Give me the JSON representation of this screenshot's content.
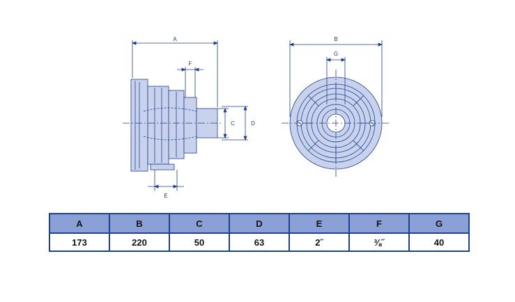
{
  "dimension_labels": {
    "A": "A",
    "B": "B",
    "C": "C",
    "D": "D",
    "E": "E",
    "F": "F",
    "G": "G"
  },
  "colors": {
    "line": "#1f3f8f",
    "fill": "#c9d2ec",
    "header_fill": "#8aa0d6"
  },
  "table": {
    "headers": [
      "A",
      "B",
      "C",
      "D",
      "E",
      "F",
      "G"
    ],
    "values": [
      "173",
      "220",
      "50",
      "63",
      "2˝",
      "⅜˝",
      "40"
    ]
  }
}
